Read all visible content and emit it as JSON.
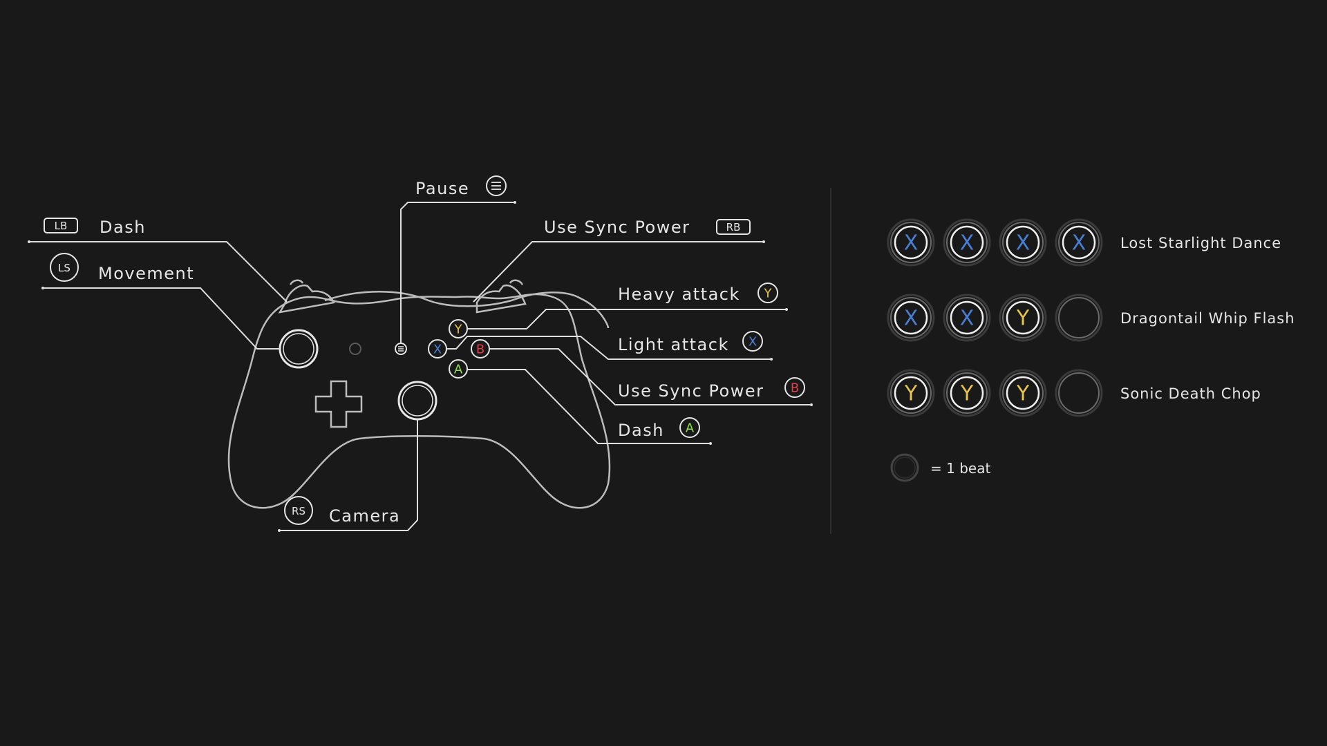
{
  "colors": {
    "background": "#191919",
    "line": "#e0e0e0",
    "x_button": "#4a7fd6",
    "y_button": "#e8c44a",
    "b_button": "#e0404c",
    "a_button": "#8fe04a"
  },
  "controller_labels": {
    "lb": {
      "badge": "LB",
      "action": "Dash"
    },
    "ls": {
      "badge": "LS",
      "action": "Movement"
    },
    "pause": {
      "action": "Pause",
      "icon": "menu-icon"
    },
    "rb": {
      "badge": "RB",
      "action": "Use Sync Power"
    },
    "y": {
      "badge": "Y",
      "action": "Heavy attack"
    },
    "x": {
      "badge": "X",
      "action": "Light attack"
    },
    "b": {
      "badge": "B",
      "action": "Use Sync Power"
    },
    "a": {
      "badge": "A",
      "action": "Dash"
    },
    "rs": {
      "badge": "RS",
      "action": "Camera"
    }
  },
  "controller_face": {
    "y": "Y",
    "x": "X",
    "b": "B",
    "a": "A"
  },
  "combos": [
    {
      "name": "Lost Starlight Dance",
      "beats": [
        "X",
        "X",
        "X",
        "X"
      ]
    },
    {
      "name": "Dragontail Whip Flash",
      "beats": [
        "X",
        "X",
        "Y",
        ""
      ]
    },
    {
      "name": "Sonic Death Chop",
      "beats": [
        "Y",
        "Y",
        "Y",
        ""
      ]
    }
  ],
  "legend": {
    "text": "= 1 beat"
  }
}
